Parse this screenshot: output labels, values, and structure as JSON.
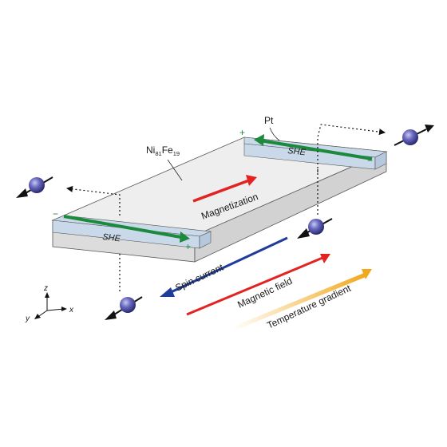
{
  "labels": {
    "material_base": "Ni",
    "material_sub1": "81",
    "material_mid": "Fe",
    "material_sub2": "19",
    "pt": "Pt",
    "she_left": "SHE",
    "she_right": "SHE",
    "magnetization": "Magnetization",
    "spin_current": "Spin current",
    "magnetic_field": "Magnetic field",
    "temperature_gradient": "Temperature gradient",
    "plus_left": "+",
    "minus_left": "−",
    "plus_right": "+",
    "minus_right": "−",
    "axis_x": "x",
    "axis_y": "y",
    "axis_z": "z"
  },
  "colors": {
    "slab_top": "#eeeeee",
    "slab_side": "#dcdcdc",
    "strip": "#c9d9ea",
    "green_arrow": "#1c8a3c",
    "red_arrow": "#e32222",
    "blue_arrow": "#1f3c9a",
    "orange_arrow": "#f2a81d",
    "sphere": "#4a4aa0",
    "sign_green": "#1c8a3c"
  }
}
